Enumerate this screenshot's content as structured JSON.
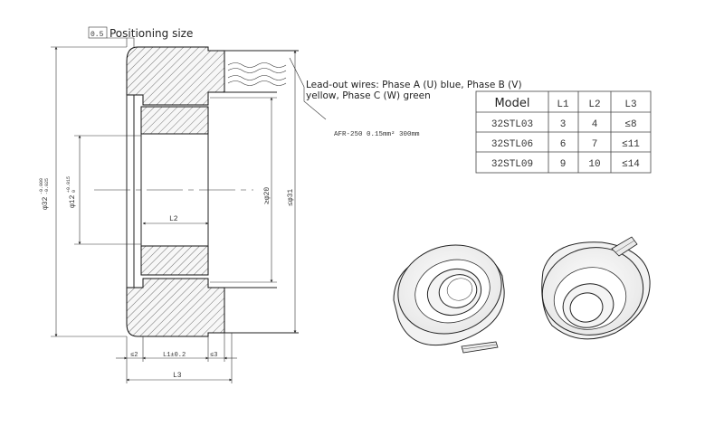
{
  "tolerance_box": "0.5",
  "positioning_label": "Positioning size",
  "lead_out": {
    "line1": "Lead-out wires: Phase A (U) blue, Phase B (V)",
    "line2": "yellow, Phase C (W) green"
  },
  "wire_spec": "AFR-250  0.15mm² 300mm",
  "dims": {
    "outer_dia": "φ32",
    "outer_tol_top": "-0.009",
    "outer_tol_bot": "-0.025",
    "inner_dia": "φ12",
    "inner_tol_top": "+0.015",
    "inner_tol_bot": "0",
    "bore20": "≥φ20",
    "od31": "≤φ31",
    "l2": "L2",
    "le2": "≤2",
    "l1": "L1±0.2",
    "le3": "≤3",
    "l3": "L3"
  },
  "table": {
    "headers": [
      "Model",
      "L1",
      "L2",
      "L3"
    ],
    "rows": [
      [
        "32STL03",
        "3",
        "4",
        "≤8"
      ],
      [
        "32STL06",
        "6",
        "7",
        "≤11"
      ],
      [
        "32STL09",
        "9",
        "10",
        "≤14"
      ]
    ]
  }
}
